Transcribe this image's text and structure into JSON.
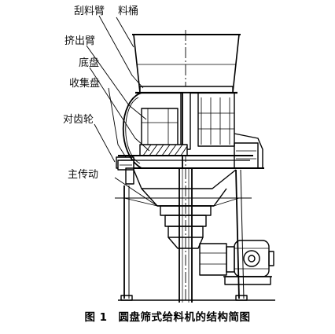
{
  "labels": {
    "scraper_arm": "刮料臂",
    "hopper": "料桶",
    "extrusion_arm": "挤出臂",
    "bottom_plate": "底盘",
    "collecting_plate": "收集盘",
    "pair_gear": "对齿轮",
    "main_drive": "主传动"
  },
  "caption": {
    "number": "图 1",
    "text": "圆盘筛式给料机的结构简图"
  }
}
